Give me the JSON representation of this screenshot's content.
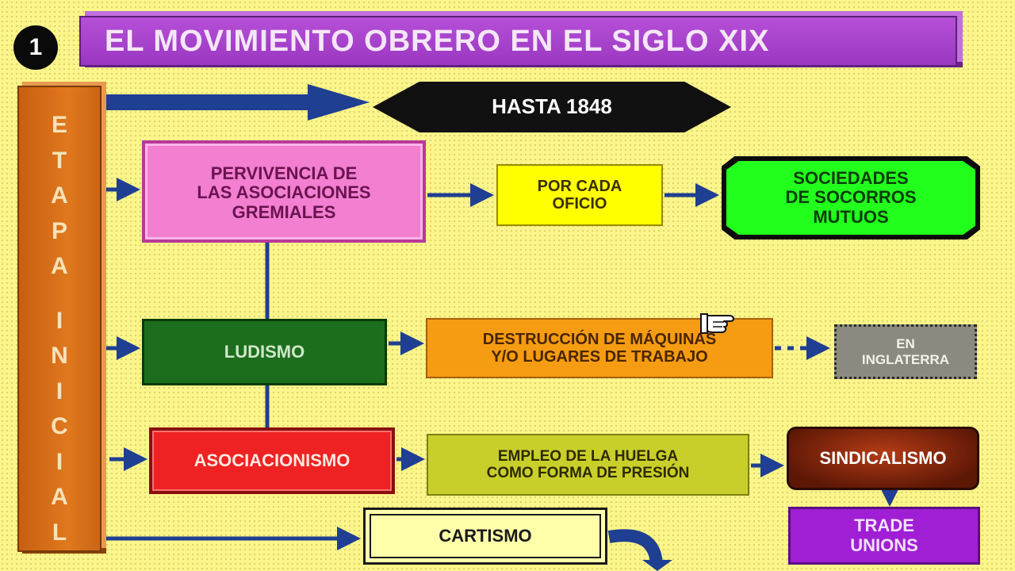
{
  "title": {
    "number": "1",
    "text": "EL MOVIMIENTO OBRERO EN EL SIGLO XIX"
  },
  "stage": {
    "label": "ETAPA INICIAL",
    "letters": [
      "E",
      "T",
      "A",
      "P",
      "A",
      "",
      "I",
      "N",
      "I",
      "C",
      "I",
      "A",
      "L"
    ]
  },
  "period": "HASTA 1848",
  "nodes": {
    "gremiales": [
      "PERVIVENCIA DE",
      "LAS ASOCIACIONES",
      "GREMIALES"
    ],
    "oficio": [
      "POR CADA",
      "OFICIO"
    ],
    "socorros": [
      "SOCIEDADES",
      "DE SOCORROS",
      "MUTUOS"
    ],
    "ludismo": "LUDISMO",
    "destruccion": [
      "DESTRUCCIÓN DE MÁQUINAS",
      "Y/O LUGARES DE TRABAJO"
    ],
    "inglaterra": [
      "EN",
      "INGLATERRA"
    ],
    "asociacionismo": "ASOCIACIONISMO",
    "huelga": [
      "EMPLEO DE LA HUELGA",
      "COMO FORMA DE PRESIÓN"
    ],
    "sindicalismo": "SINDICALISMO",
    "trade_unions": [
      "TRADE",
      "UNIONS"
    ],
    "cartismo": "CARTISMO"
  },
  "colors": {
    "background": "#fbf58a",
    "title": "#a844cc",
    "stage": "#d96d1a",
    "arrow": "#1f3f92",
    "gremiales": "#f27fd0",
    "oficio": "#ffff00",
    "socorros": "#22ff1c",
    "ludismo": "#1c6e1c",
    "destruccion": "#f59c12",
    "inglaterra": "#8a8a80",
    "asociacionismo": "#ee2222",
    "huelga": "#c9cf2a",
    "sindicalismo": "#8a2a0e",
    "trade_unions": "#a01fd4",
    "cartismo": "#ffffaa"
  },
  "edges": [
    {
      "from": "stage",
      "to": "period"
    },
    {
      "from": "stage",
      "to": "gremiales"
    },
    {
      "from": "gremiales",
      "to": "oficio"
    },
    {
      "from": "oficio",
      "to": "socorros"
    },
    {
      "from": "stage",
      "to": "ludismo"
    },
    {
      "from": "ludismo",
      "to": "destruccion"
    },
    {
      "from": "destruccion",
      "to": "inglaterra",
      "style": "dotted"
    },
    {
      "from": "stage",
      "to": "asociacionismo"
    },
    {
      "from": "asociacionismo",
      "to": "huelga"
    },
    {
      "from": "huelga",
      "to": "sindicalismo"
    },
    {
      "from": "sindicalismo",
      "to": "trade_unions"
    },
    {
      "from": "stage",
      "to": "cartismo"
    },
    {
      "from": "gremiales",
      "to": "ludismo",
      "style": "line"
    },
    {
      "from": "ludismo",
      "to": "asociacionismo",
      "style": "line"
    }
  ],
  "icons": {
    "cursor": "pointing-hand-icon"
  }
}
